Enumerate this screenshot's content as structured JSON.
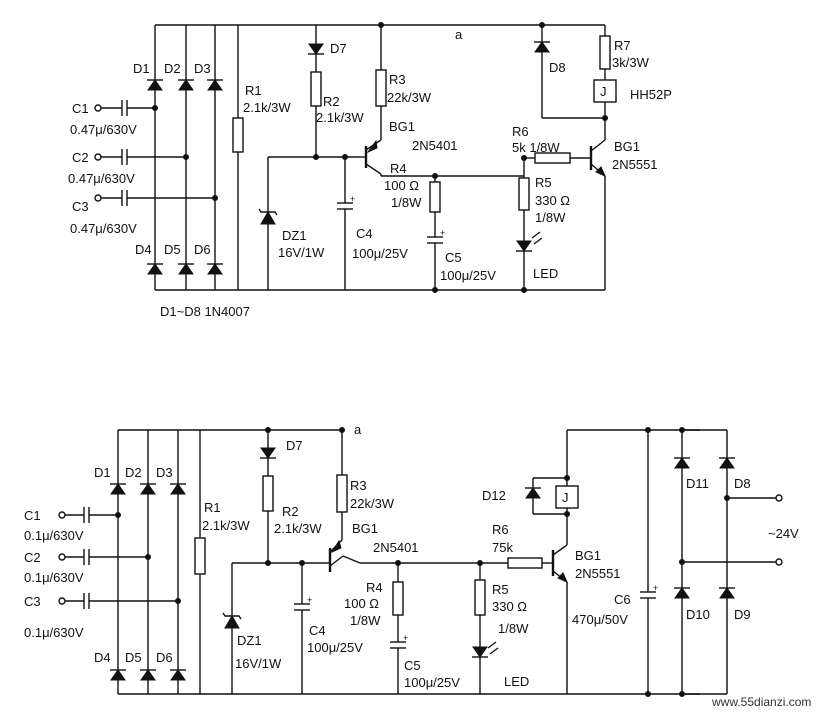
{
  "top_circuit": {
    "c1_name": "C1",
    "c1_value": "0.47μ/630V",
    "c2_name": "C2",
    "c2_value": "0.47μ/630V",
    "c3_name": "C3",
    "c3_value": "0.47μ/630V",
    "d1": "D1",
    "d2": "D2",
    "d3": "D3",
    "d4": "D4",
    "d5": "D5",
    "d6": "D6",
    "d7": "D7",
    "d8": "D8",
    "r1_name": "R1",
    "r1_value": "2.1k/3W",
    "r2_name": "R2",
    "r2_value": "2.1k/3W",
    "r3_name": "R3",
    "r3_value": "22k/3W",
    "r4_name": "R4",
    "r4_value1": "100 Ω",
    "r4_value2": "1/8W",
    "r5_name": "R5",
    "r5_value1": "330 Ω",
    "r5_value2": "1/8W",
    "r6_name": "R6",
    "r6_value": "5k  1/8W",
    "r7_name": "R7",
    "r7_value": "3k/3W",
    "dz1_name": "DZ1",
    "dz1_value": "16V/1W",
    "c4_name": "C4",
    "c4_value": "100μ/25V",
    "c5_name": "C5",
    "c5_value": "100μ/25V",
    "bg1a_name": "BG1",
    "bg1a_type": "2N5401",
    "bg1b_name": "BG1",
    "bg1b_type": "2N5551",
    "relay_label": "J",
    "relay_type": "HH52P",
    "led": "LED",
    "node_a": "a",
    "diode_note": "D1~D8  1N4007"
  },
  "bottom_circuit": {
    "c1_name": "C1",
    "c1_value": "0.1μ/630V",
    "c2_name": "C2",
    "c2_value": "0.1μ/630V",
    "c3_name": "C3",
    "c3_value": "0.1μ/630V",
    "d1": "D1",
    "d2": "D2",
    "d3": "D3",
    "d4": "D4",
    "d5": "D5",
    "d6": "D6",
    "d7": "D7",
    "d8": "D8",
    "d9": "D9",
    "d10": "D10",
    "d11": "D11",
    "d12": "D12",
    "r1_name": "R1",
    "r1_value": "2.1k/3W",
    "r2_name": "R2",
    "r2_value": "2.1k/3W",
    "r3_name": "R3",
    "r3_value": "22k/3W",
    "r4_name": "R4",
    "r4_value1": "100 Ω",
    "r4_value2": "1/8W",
    "r5_name": "R5",
    "r5_value1": "330 Ω",
    "r5_value2": "1/8W",
    "r6_name": "R6",
    "r6_value": "75k",
    "dz1_name": "DZ1",
    "dz1_value": "16V/1W",
    "c4_name": "C4",
    "c4_value": "100μ/25V",
    "c5_name": "C5",
    "c5_value": "100μ/25V",
    "c6_name": "C6",
    "c6_value": "470μ/50V",
    "bg1a_name": "BG1",
    "bg1a_type": "2N5401",
    "bg1b_name": "BG1",
    "bg1b_type": "2N5551",
    "relay_label": "J",
    "led": "LED",
    "node_a": "a",
    "supply": "~24V"
  },
  "watermark": "www.55dianzi.com"
}
